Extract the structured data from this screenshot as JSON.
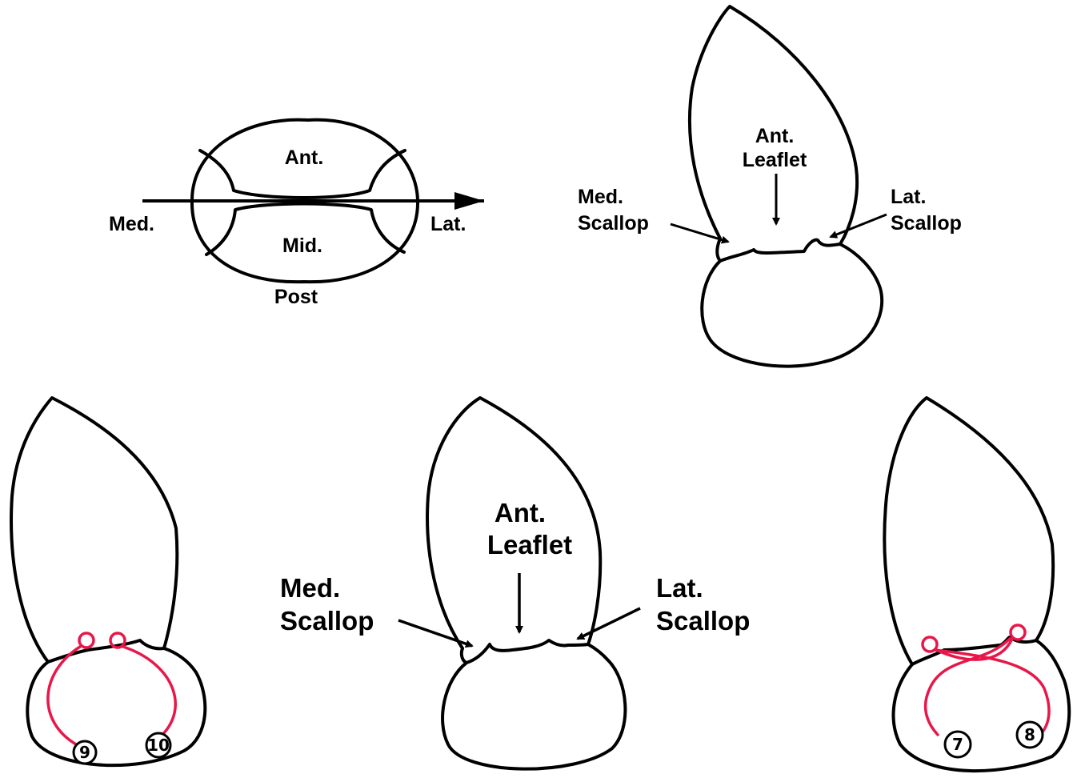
{
  "schematic": {
    "anterior": "Ant.",
    "middle": "Mid.",
    "medial": "Med.",
    "lateral": "Lat.",
    "posterior": "Post"
  },
  "top_valve": {
    "leaflet_line1": "Ant.",
    "leaflet_line2": "Leaflet",
    "med_line1": "Med.",
    "med_line2": "Scallop",
    "lat_line1": "Lat.",
    "lat_line2": "Scallop"
  },
  "center_valve": {
    "leaflet_line1": "Ant.",
    "leaflet_line2": "Leaflet",
    "med_line1": "Med.",
    "med_line2": "Scallop",
    "lat_line1": "Lat.",
    "lat_line2": "Scallop"
  },
  "left_valve": {
    "suture_a": "9",
    "suture_b": "10"
  },
  "right_valve": {
    "suture_a": "7",
    "suture_b": "8"
  },
  "colors": {
    "outline": "#000000",
    "suture": "#e8174a"
  }
}
